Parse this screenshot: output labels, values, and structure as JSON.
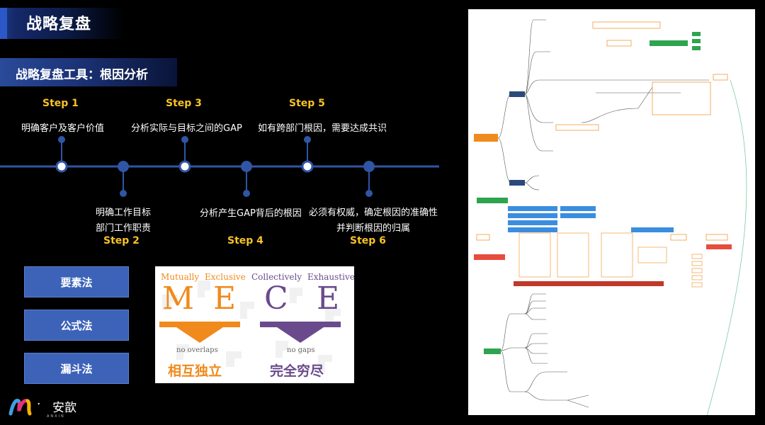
{
  "header": {
    "title": "战略复盘"
  },
  "section": {
    "title": "战略复盘工具：根因分析"
  },
  "steps": [
    {
      "label": "Step  1",
      "desc": "明确客户及客户价值"
    },
    {
      "label": "Step  2",
      "desc_line1": "明确工作目标",
      "desc_line2": "部门工作职责"
    },
    {
      "label": "Step  3",
      "desc": "分析实际与目标之间的GAP"
    },
    {
      "label": "Step  4",
      "desc": "分析产生GAP背后的根因"
    },
    {
      "label": "Step  5",
      "desc": "如有跨部门根因，需要达成共识"
    },
    {
      "label": "Step  6",
      "desc_line1": "必须有权威，确定根因的准确性",
      "desc_line2": "并判断根因的归属"
    }
  ],
  "methods": [
    "要素法",
    "公式法",
    "漏斗法"
  ],
  "mece": {
    "words": [
      "Mutually",
      "Exclusive",
      "Collectively",
      "Exhaustive"
    ],
    "letters": [
      "M",
      "E",
      "C",
      "E"
    ],
    "left_caption": "no overlaps",
    "right_caption": "no gaps",
    "left_cn": "相互独立",
    "right_cn": "完全穷尽"
  },
  "logo": {
    "dot": "·",
    "name": "安歆",
    "sub": "ANXIN"
  },
  "colors": {
    "timeline": "#2f55a4",
    "step": "#f7c325",
    "button": "#3d63b8",
    "mece_orange": "#f08a1c",
    "mece_purple": "#6a4a8c"
  }
}
